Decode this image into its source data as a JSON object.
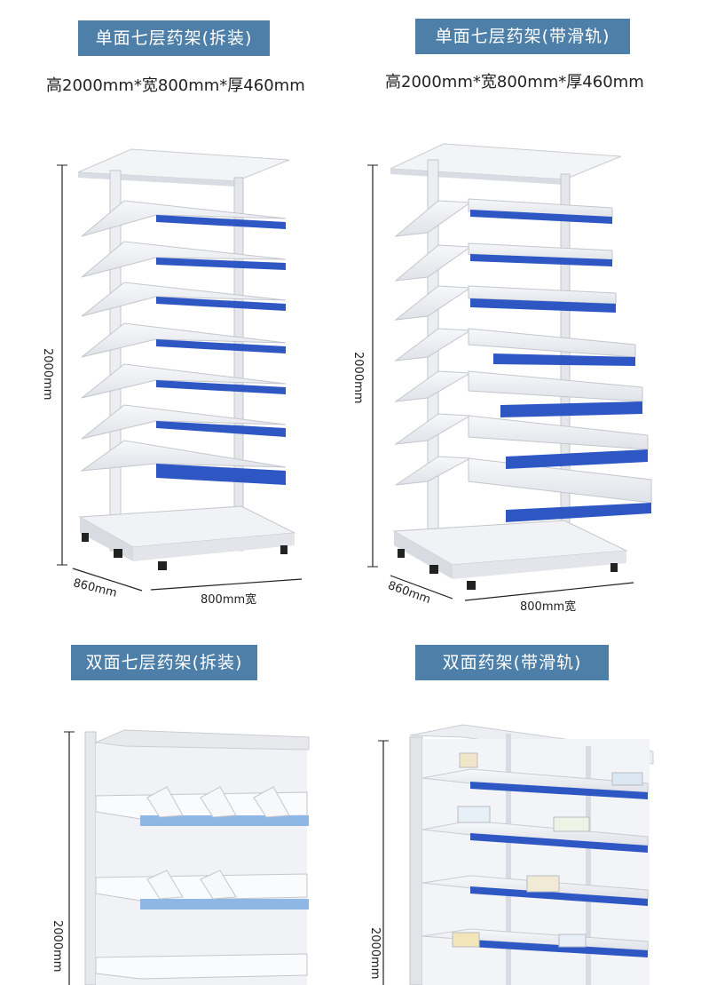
{
  "panels": [
    {
      "title": "单面七层药架(拆装)",
      "spec": "高2000mm*宽800mm*厚460mm",
      "height_label": "2000mm",
      "depth_label": "860mm",
      "width_label": "800mm宽"
    },
    {
      "title": "单面七层药架(带滑轨)",
      "spec": "高2000mm*宽800mm*厚460mm",
      "height_label": "2000mm",
      "depth_label": "860mm",
      "width_label": "800mm宽"
    },
    {
      "title": "双面七层药架(拆装)",
      "height_label": "2000mm"
    },
    {
      "title": "双面药架(带滑轨)",
      "height_label": "2000mm"
    }
  ],
  "colors": {
    "badge": "#4d7fa8",
    "accent": "#2f57c4",
    "shelf": "#eef0f4"
  }
}
